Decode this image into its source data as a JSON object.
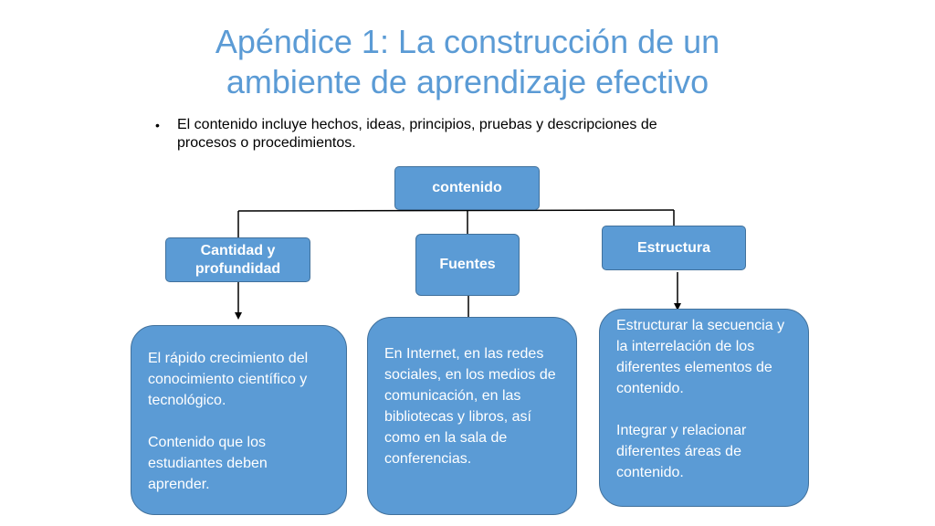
{
  "title": {
    "line1": "Apéndice 1: La construcción de un",
    "line2": "ambiente de aprendizaje efectivo"
  },
  "bullet": {
    "symbol": "•",
    "line1": "El contenido  incluye hechos, ideas, principios, pruebas y descripciones de",
    "line2": "procesos o procedimientos."
  },
  "diagram": {
    "root": "contenido",
    "branches": [
      {
        "label_line1": "Cantidad y",
        "label_line2": "profundidad",
        "detail_paragraphs": [
          "El rápido crecimiento del conocimiento científico y tecnológico.",
          "Contenido que los estudiantes deben aprender."
        ]
      },
      {
        "label": "Fuentes",
        "detail_paragraphs": [
          "En Internet, en las redes sociales, en los medios de comunicación, en las bibliotecas y libros, así como en la sala de conferencias."
        ]
      },
      {
        "label": "Estructura",
        "detail_paragraphs": [
          "Estructurar la secuencia y la interrelación de los diferentes elementos de contenido.",
          "Integrar y relacionar diferentes áreas de contenido."
        ]
      }
    ]
  },
  "colors": {
    "title": "#5b9bd5",
    "box_fill": "#5b9bd5",
    "box_border": "#41719c",
    "connector": "#000000"
  }
}
